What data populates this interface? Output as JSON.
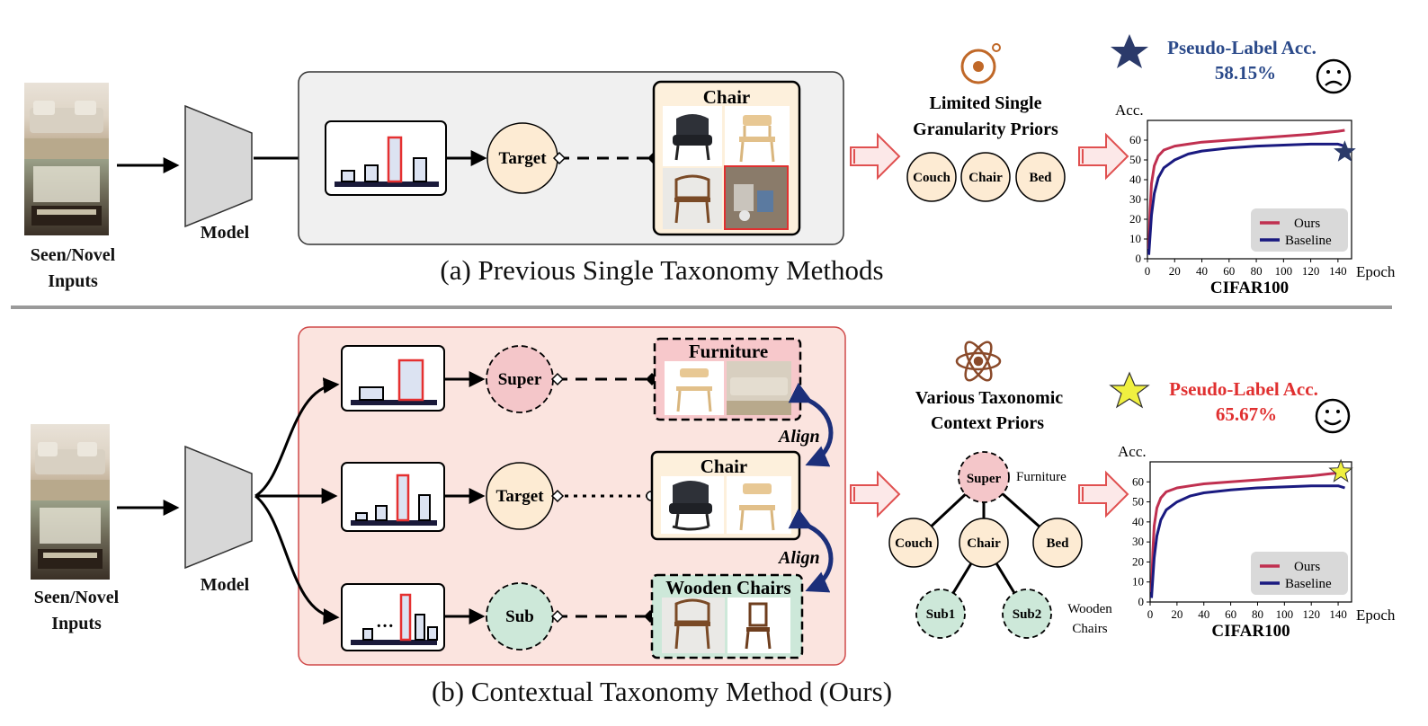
{
  "top": {
    "inputs_label": "Seen/Novel Inputs",
    "model_label": "Model",
    "target_label": "Target",
    "chair_title": "Chair",
    "prior_title_l1": "Limited Single",
    "prior_title_l2": "Granularity  Priors",
    "prior_nodes": [
      "Couch",
      "Chair",
      "Bed"
    ],
    "acc_title": "Pseudo-Label Acc.",
    "acc_value": "58.15%",
    "caption": "(a) Previous Single Taxonomy Methods"
  },
  "bottom": {
    "inputs_label": "Seen/Novel Inputs",
    "model_label": "Model",
    "super_label": "Super",
    "target_label": "Target",
    "sub_label": "Sub",
    "furniture_title": "Furniture",
    "chair_title": "Chair",
    "wooden_title": "Wooden Chairs",
    "align_1": "Align",
    "align_2": "Align",
    "prior_title_l1": "Various Taxonomic",
    "prior_title_l2": "Context Priors",
    "tree_nodes": {
      "super": "Super",
      "couch": "Couch",
      "chair": "Chair",
      "bed": "Bed",
      "sub1": "Sub1",
      "sub2": "Sub2"
    },
    "furniture_side": "Furniture",
    "wooden_side_l1": "Wooden",
    "wooden_side_l2": "Chairs",
    "acc_title": "Pseudo-Label Acc.",
    "acc_value": "65.67%",
    "caption": "(b) Contextual Taxonomy Method (Ours)"
  },
  "colors": {
    "ours": "#c03050",
    "baseline": "#1a1a80",
    "acc_top": "#2b4a8a",
    "acc_bottom": "#e03030",
    "target_fill": "#fdebd3",
    "super_fill": "#f4c6c9",
    "sub_fill": "#cde8d9",
    "panel_top": "#f0f0f0",
    "panel_bottom": "#fbe4df"
  },
  "chart_data": [
    {
      "type": "line",
      "title": "CIFAR100",
      "ylabel": "Acc.",
      "xlabel": "Epoch",
      "xlim": [
        0,
        150
      ],
      "ylim": [
        0,
        70
      ],
      "xticks": [
        0,
        20,
        40,
        60,
        80,
        100,
        120,
        140
      ],
      "yticks": [
        0,
        10,
        20,
        30,
        40,
        50,
        60
      ],
      "legend": "bottom-right",
      "marker": {
        "shape": "star",
        "x": 145,
        "y": 54,
        "color": "#2b3a6a"
      },
      "series": [
        {
          "name": "Ours",
          "x": [
            1,
            2,
            3,
            5,
            8,
            12,
            20,
            30,
            40,
            60,
            80,
            100,
            120,
            140,
            145
          ],
          "y": [
            5,
            25,
            38,
            47,
            52,
            55,
            57,
            58,
            59,
            60,
            61,
            62,
            63,
            64.5,
            65
          ]
        },
        {
          "name": "Baseline",
          "x": [
            1,
            2,
            3,
            5,
            8,
            12,
            20,
            30,
            40,
            60,
            80,
            100,
            120,
            140,
            145
          ],
          "y": [
            2,
            12,
            22,
            33,
            41,
            46,
            50,
            53,
            54.5,
            56,
            57,
            57.5,
            58,
            58,
            57
          ]
        }
      ]
    },
    {
      "type": "line",
      "title": "CIFAR100",
      "ylabel": "Acc.",
      "xlabel": "Epoch",
      "xlim": [
        0,
        150
      ],
      "ylim": [
        0,
        70
      ],
      "xticks": [
        0,
        20,
        40,
        60,
        80,
        100,
        120,
        140
      ],
      "yticks": [
        0,
        10,
        20,
        30,
        40,
        50,
        60
      ],
      "legend": "bottom-right",
      "marker": {
        "shape": "star",
        "x": 142,
        "y": 65,
        "color": "#f0f040"
      },
      "series": [
        {
          "name": "Ours",
          "x": [
            1,
            2,
            3,
            5,
            8,
            12,
            20,
            30,
            40,
            60,
            80,
            100,
            120,
            140,
            145
          ],
          "y": [
            5,
            25,
            38,
            47,
            52,
            55,
            57,
            58,
            59,
            60,
            61,
            62,
            63,
            64.5,
            65
          ]
        },
        {
          "name": "Baseline",
          "x": [
            1,
            2,
            3,
            5,
            8,
            12,
            20,
            30,
            40,
            60,
            80,
            100,
            120,
            140,
            145
          ],
          "y": [
            2,
            12,
            22,
            33,
            41,
            46,
            50,
            53,
            54.5,
            56,
            57,
            57.5,
            58,
            58,
            57
          ]
        }
      ]
    }
  ]
}
